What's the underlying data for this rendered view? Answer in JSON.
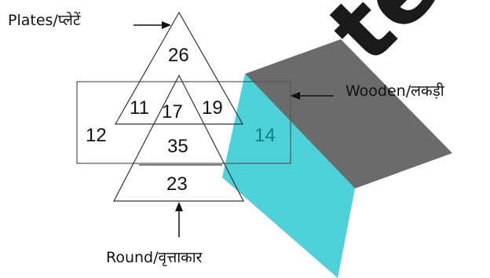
{
  "labels": {
    "plates": "Plates/प्लेटें",
    "wooden": "Wooden/लकड़ी",
    "round": "Round/वृत्ताकार"
  },
  "regions": {
    "plates_only": "26",
    "plates_wooden": "11",
    "all_three": "17",
    "plates_round": "19",
    "wooden_only": "12",
    "wooden_right": "14",
    "round_wooden": "35",
    "round_only": "23"
  },
  "watermark": "te",
  "colors": {
    "cyan_panel": "#4cd2d8",
    "gray_panel": "#6b6b6b",
    "watermark": "#1a1a1a",
    "region_14_text": "#0f7f85"
  }
}
